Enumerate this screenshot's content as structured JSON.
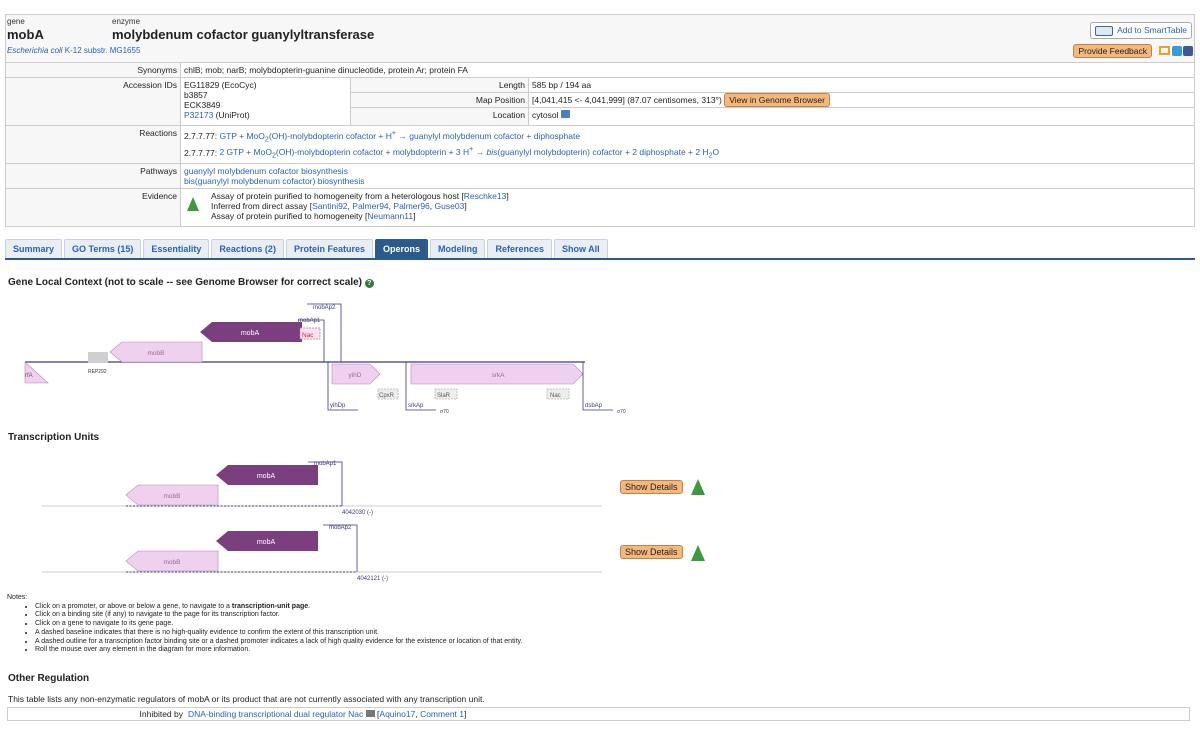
{
  "header": {
    "gene_label": "gene",
    "enzyme_label": "enzyme",
    "gene_name": "mobA",
    "enzyme_name": "molybdenum cofactor guanylyltransferase",
    "organism_italic": "Escherichia coli",
    "organism_rest": " K-12 substr. MG1655",
    "add_smarttable": "Add to SmartTable",
    "feedback": "Provide Feedback"
  },
  "info": {
    "synonyms_label": "Synonyms",
    "synonyms": "chlB; mob; narB; molybdopterin-guanine dinucleotide, protein Ar; protein FA",
    "accession_label": "Accession IDs",
    "accession_ids": [
      "EG11829 (EcoCyc)",
      "b3857",
      "ECK3849"
    ],
    "uniprot_link": "P32173",
    "uniprot_rest": " (UniProt)",
    "length_label": "Length",
    "length": "585 bp / 194 aa",
    "map_label": "Map Position",
    "map_position": "[4,041,415 <- 4,041,999] (87.07 centisomes, 313°)",
    "genome_browser_btn": "View in Genome Browser",
    "location_label": "Location",
    "location": "cytosol",
    "reactions_label": "Reactions",
    "reaction1_ec": "2.7.7.77: ",
    "reaction1_html": "GTP + MoO<sub>2</sub>(OH)-molybdopterin cofactor + H<sup>+</sup> → guanylyl molybdenum cofactor + diphosphate",
    "reaction2_ec": "2.7.7.77: ",
    "reaction2_html": "2 GTP + MoO<sub>2</sub>(OH)-molybdopterin cofactor + molybdopterin + 3 H<sup>+</sup> → <i>bis</i>(guanylyl molybdopterin) cofactor + 2 diphosphate + 2 H<sub>2</sub>O",
    "pathways_label": "Pathways",
    "pathway1": "guanylyl molybdenum cofactor biosynthesis",
    "pathway2": "bis(guanylyl molybdenum cofactor) biosynthesis",
    "evidence_label": "Evidence",
    "evidence1_text": "Assay of protein purified to homogeneity from a heterologous host [",
    "evidence1_refs": [
      "Reschke13"
    ],
    "evidence2_text": "Inferred from direct assay [",
    "evidence2_refs": [
      "Santini92",
      "Palmer94",
      "Palmer96",
      "Guse03"
    ],
    "evidence3_text": "Assay of protein purified to homogeneity [",
    "evidence3_refs": [
      "Neumann11"
    ]
  },
  "tabs": [
    "Summary",
    "GO Terms (15)",
    "Essentiality",
    "Reactions (2)",
    "Protein Features",
    "Operons",
    "Modeling",
    "References",
    "Show All"
  ],
  "active_tab": "Operons",
  "context": {
    "title": "Gene Local Context (not to scale -- see Genome Browser for correct scale)",
    "labels": {
      "mobA": "mobA",
      "mobB": "mobB",
      "rfA": "rfA",
      "rep": "REP292",
      "yihD": "yihD",
      "srkA": "srkA",
      "mobAp2": "mobAp2",
      "mobAp1": "mobAp1",
      "nac": "Nac",
      "yihDp": "yihDp",
      "srkAp": "srkAp",
      "dsbAp": "dsbAp",
      "cpxR": "CpxR",
      "slaR": "SlaR",
      "nac2": "Nac",
      "sigma": "σ70"
    }
  },
  "tu": {
    "title": "Transcription Units",
    "units": [
      {
        "gene1": "mobA",
        "gene2": "mobB",
        "promoter": "mobAp1",
        "coord": "4042030 (-)",
        "details": "Show Details"
      },
      {
        "gene1": "mobA",
        "gene2": "mobB",
        "promoter": "mobAp2",
        "coord": "4042121 (-)",
        "details": "Show Details"
      }
    ]
  },
  "notes": {
    "title": "Notes:",
    "items": [
      "Click on a promoter, or above or below a gene, to navigate to a ",
      "Click on a binding site (if any) to navigate to the page for its transcription factor.",
      "Click on a gene to navigate to its gene page.",
      "A dashed baseline indicates that there is no high-quality evidence to confirm the extent of this transcription unit.",
      "A dashed outline for a transcription factor binding site or a dashed promoter indicates a lack of high quality evidence for the existence or location of that entity.",
      "Roll the mouse over any element in the diagram for more information."
    ],
    "item1_bold": "transcription-unit page",
    "item1_end": "."
  },
  "other_regulation": {
    "title": "Other Regulation",
    "desc": "This table lists any non-enzymatic regulators of mobA or its product that are not currently associated with any transcription unit.",
    "label": "Inhibited by",
    "regulator": "DNA-binding transcriptional dual regulator Nac",
    "refs": [
      "Aquino17",
      "Comment 1"
    ]
  },
  "colors": {
    "gene_dark": "#7b3f7f",
    "gene_light": "#efd1ef",
    "button_orange": "#f4b87b",
    "tab_active": "#2b5a8c"
  }
}
